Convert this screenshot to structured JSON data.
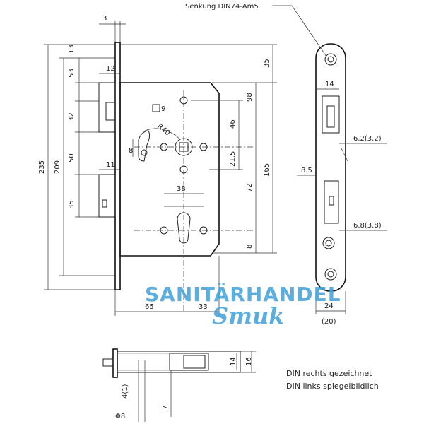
{
  "labels": {
    "countersink": "Senkung DIN74-Am5",
    "note_right": "DIN rechts gezeichnet",
    "note_left": "DIN links spiegelbildlich",
    "square": "9",
    "radius": "R40"
  },
  "watermark": {
    "line1": "SANITÄRHANDEL",
    "line2": "Smuk",
    "color": "#3fa0d8"
  },
  "dimensions": {
    "d3": "3",
    "d13": "13",
    "d53": "53",
    "d12": "12",
    "d32": "32",
    "d50": "50",
    "d11": "11",
    "d35_left": "35",
    "d235": "235",
    "d209": "209",
    "d8_left": "8",
    "d35_top": "35",
    "d98": "98",
    "d46": "46",
    "d21_5": "21.5",
    "d72": "72",
    "d165": "165",
    "d38": "38",
    "d8_right": "8",
    "d65": "65",
    "d33": "33",
    "d14_side": "14",
    "d6_2": "6.2(3.2)",
    "d8_5": "8.5",
    "d6_8": "6.8(3.8)",
    "d24": "24",
    "d20": "(20)",
    "d14_bottom": "14",
    "d16": "16",
    "d4_1": "4(1)",
    "d7": "7",
    "d_phi8": "Φ8"
  }
}
